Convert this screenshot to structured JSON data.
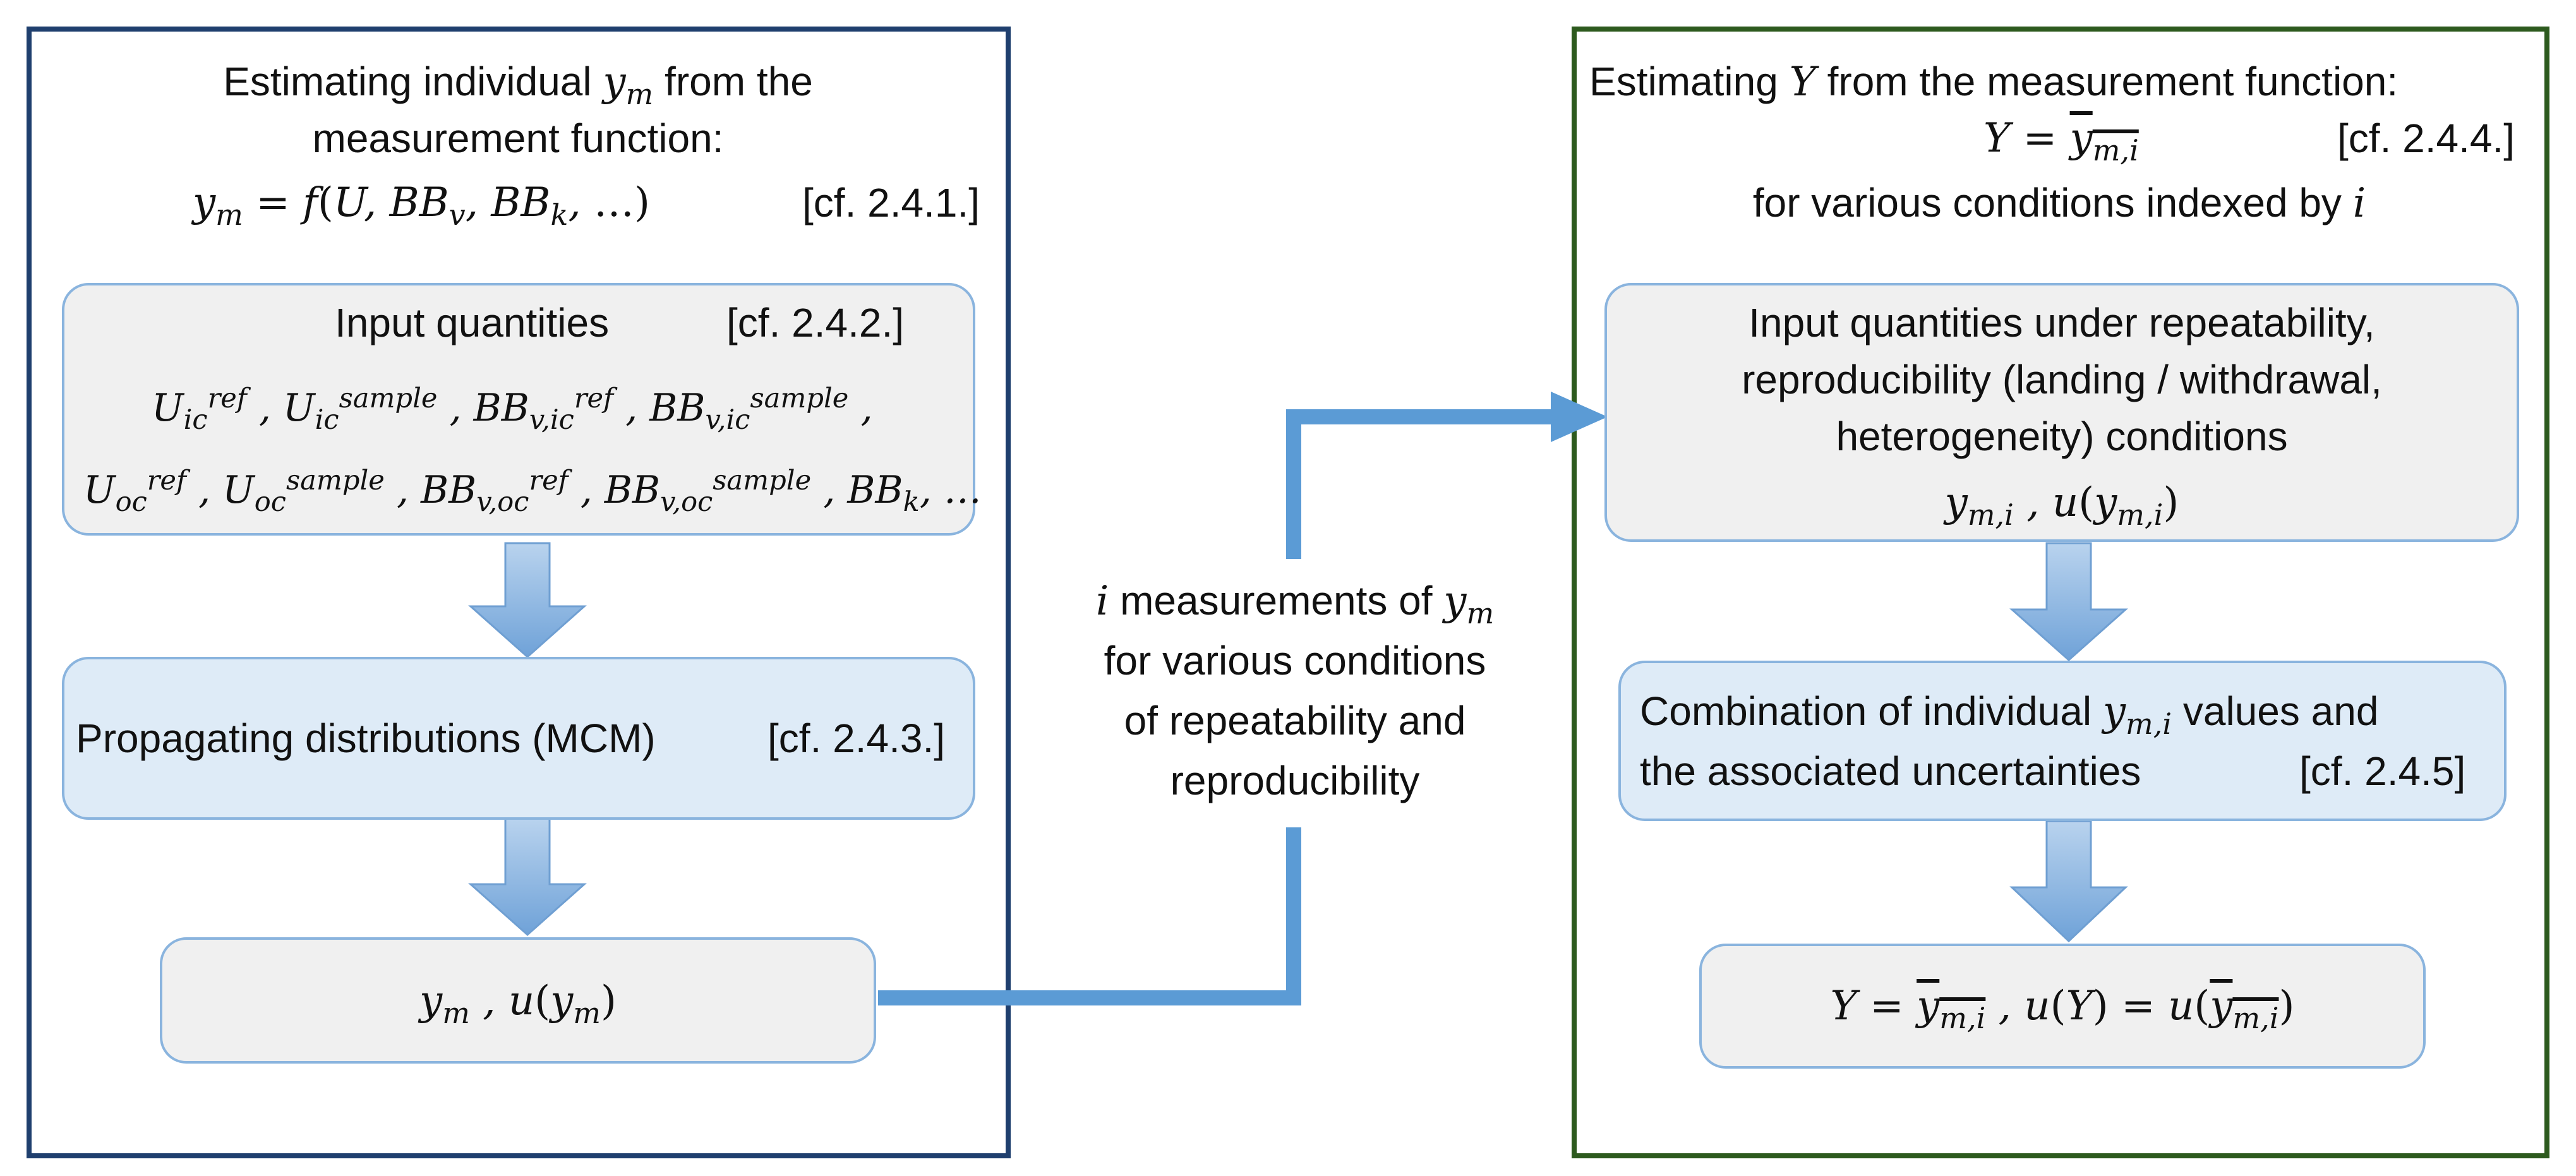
{
  "left": {
    "header_line1_pre": "Estimating individual",
    "header_line1_post": "from the",
    "header_line2": "measurement function:",
    "header_formula": "y_m = f(U, BB_v, BB_k, …)",
    "header_ref": "[cf. 2.4.1.]",
    "inputs_title": "Input quantities",
    "inputs_ref": "[cf. 2.4.2.]",
    "inputs_line1": "U_ic^ref , U_ic^sample , BB_v,ic^ref , BB_v,ic^sample ,",
    "inputs_line2": "U_oc^ref , U_oc^sample , BB_v,oc^ref , BB_v,oc^sample , BB_k, …",
    "propagating_label": "Propagating distributions (MCM)",
    "propagating_ref": "[cf. 2.4.3.]",
    "output": "y_m , u(y_m)"
  },
  "middle": {
    "line1_post": "measurements of",
    "line2": "for various conditions",
    "line3": "of repeatability and",
    "line4": "reproducibility"
  },
  "right": {
    "header_line1_pre": "Estimating",
    "header_line1_post": "from the measurement function:",
    "header_formula": "Y = overline(y_m,i)",
    "header_ref": "[cf. 2.4.4.]",
    "header_line3": "for various conditions indexed by",
    "inputs_line1": "Input quantities under repeatability,",
    "inputs_line2": "reproducibility (landing / withdrawal,",
    "inputs_line3": "heterogeneity) conditions",
    "inputs_formula": "y_m,i , u(y_m,i)",
    "combination_line1_pre": "Combination of individual",
    "combination_line1_post": "values and",
    "combination_line2": "the associated uncertainties",
    "combination_ref": "[cf. 2.4.5]",
    "output": "Y = overline(y_m,i) , u(Y) = u(overline(y_m,i))"
  },
  "colors": {
    "left_frame": "#1f3f6e",
    "right_frame": "#2d5a1e",
    "connector": "#5b9bd5",
    "box_border": "#8ab4de",
    "box_grey": "#f0f0f0",
    "box_blue": "#deebf7"
  }
}
